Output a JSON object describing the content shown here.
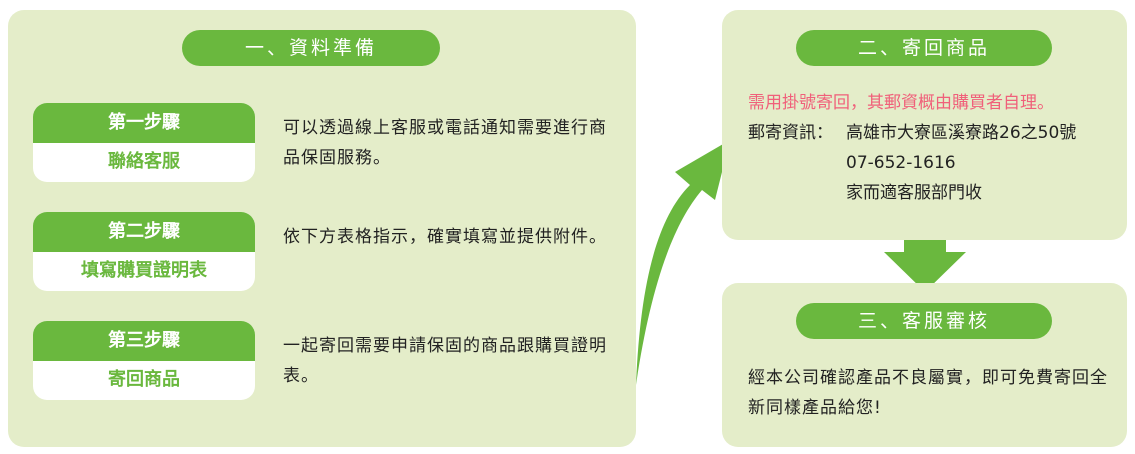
{
  "section1": {
    "title": "一、資料準備",
    "steps": [
      {
        "step": "第一步驟",
        "name": "聯絡客服",
        "desc": "可以透過線上客服或電話通知需要進行商品保固服務。"
      },
      {
        "step": "第二步驟",
        "name": "填寫購買證明表",
        "desc": "依下方表格指示，確實填寫並提供附件。"
      },
      {
        "step": "第三步驟",
        "name": "寄回商品",
        "desc": "一起寄回需要申請保固的商品跟購買證明表。"
      }
    ]
  },
  "section2": {
    "title": "二、寄回商品",
    "notice": "需用掛號寄回，其郵資概由購買者自理。",
    "label": "郵寄資訊：",
    "address": "高雄市大寮區溪寮路26之50號",
    "phone": "07-652-1616",
    "recipient": "家而適客服部門收"
  },
  "section3": {
    "title": "三、客服審核",
    "desc": "經本公司確認產品不良屬實，即可免費寄回全新同樣產品給您!"
  },
  "colors": {
    "green": "#6ab83e",
    "panel": "#e4edc9",
    "notice": "#f0607a"
  }
}
